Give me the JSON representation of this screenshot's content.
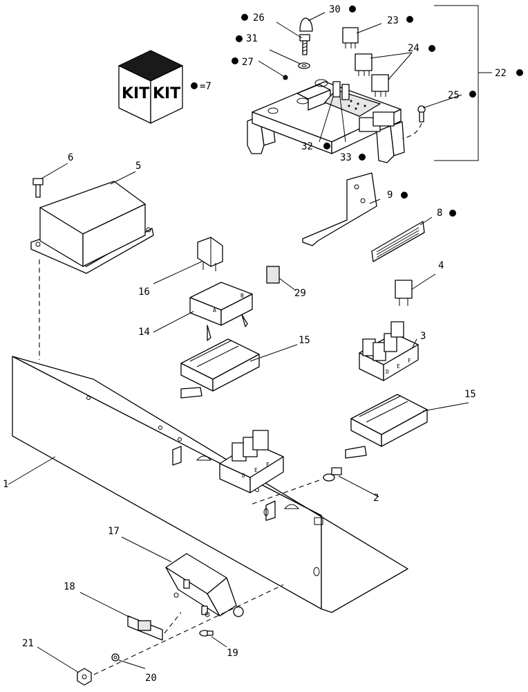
{
  "kit": {
    "word_left": "KIT",
    "word_right": "KIT",
    "legend": "=7"
  },
  "callouts": {
    "c1": "1",
    "c2": "2",
    "c3": "3",
    "c4": "4",
    "c5": "5",
    "c6": "6",
    "c8": "8",
    "c9": "9",
    "c14": "14",
    "c15a": "15",
    "c15b": "15",
    "c16": "16",
    "c17": "17",
    "c18": "18",
    "c19": "19",
    "c20": "20",
    "c21": "21",
    "c22": "22",
    "c23": "23",
    "c24": "24",
    "c25": "25",
    "c26": "26",
    "c27": "27",
    "c29": "29",
    "c30": "30",
    "c31": "31",
    "c32": "32",
    "c33": "33"
  },
  "letters": {
    "block14_a": "A",
    "block14_b": "B",
    "block3_d": "D",
    "block3_e": "E",
    "block3_f": "F",
    "mounted_d": "D",
    "mounted_e": "E",
    "mounted_f": "F"
  }
}
